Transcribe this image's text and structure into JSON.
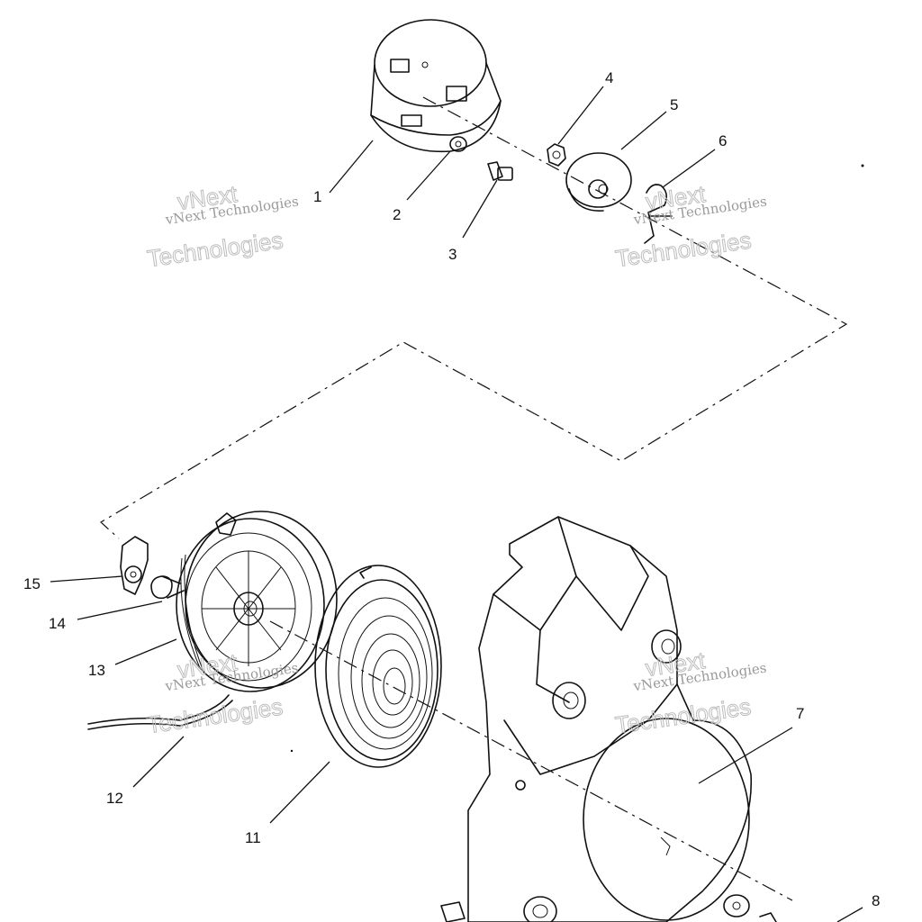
{
  "callouts": [
    "1",
    "2",
    "3",
    "4",
    "5",
    "6",
    "7",
    "8",
    "11",
    "12",
    "13",
    "14",
    "15"
  ],
  "watermark": {
    "small": "vNext Technologies",
    "big_line1": "vNext",
    "big_line2": "Technologies"
  }
}
